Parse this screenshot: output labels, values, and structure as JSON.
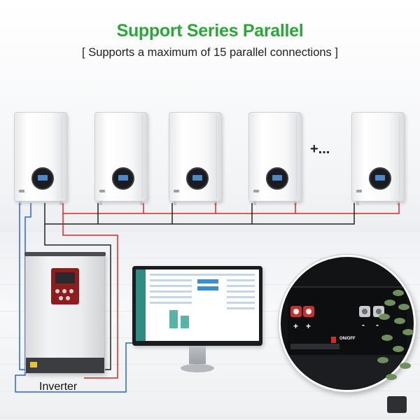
{
  "title": "Support Series Parallel",
  "subtitle": "[ Supports a maximum of 15 parallel connections ]",
  "more_indicator": "+...",
  "inverter": {
    "label": "Inverter"
  },
  "battery_panel": {
    "plus_sign": "+",
    "minus_sign": "-",
    "switch_label": "ON/OFF"
  },
  "colors": {
    "title_green": "#2ca63a",
    "wire_red": "#d52b2b",
    "wire_blue": "#2a66d6",
    "wire_black": "#222222"
  }
}
